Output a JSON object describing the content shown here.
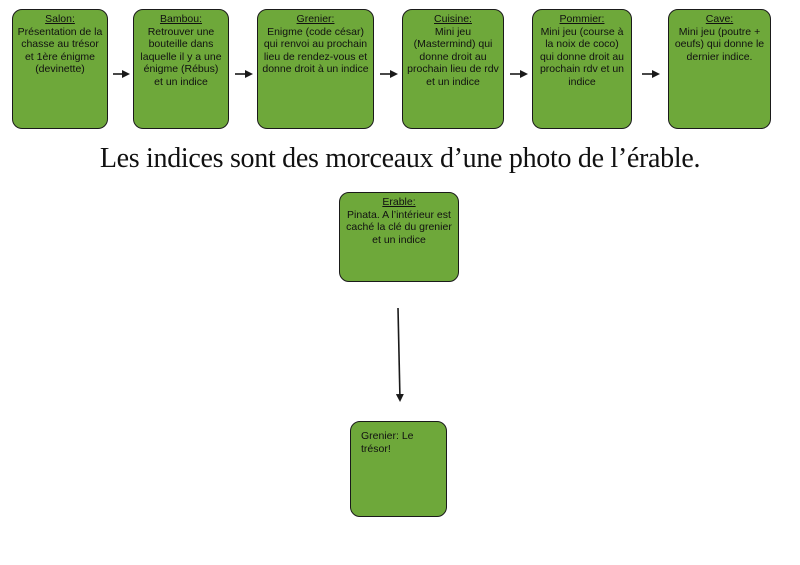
{
  "flow": [
    {
      "title": "Salon:",
      "text": "Présentation de la chasse au trésor et 1ère énigme (devinette)"
    },
    {
      "title": "Bambou:",
      "text": "Retrouver une bouteille dans laquelle il y a une énigme (Rébus) et un indice"
    },
    {
      "title": "Grenier:",
      "text": "Enigme (code césar) qui renvoi au prochain lieu de rendez-vous et donne droit à un indice"
    },
    {
      "title": "Cuisine:",
      "text": "Mini jeu (Mastermind) qui donne droit au prochain lieu de rdv et un indice"
    },
    {
      "title": "Pommier:",
      "text": "Mini jeu (course à la noix de coco) qui donne droit au prochain rdv et un indice"
    },
    {
      "title": "Cave:",
      "text": "Mini jeu (poutre + oeufs) qui donne le dernier indice."
    }
  ],
  "caption": "Les indices sont des morceaux d’une photo de l’érable.",
  "erable": {
    "title": "Erable:",
    "text": "Pinata. A l’intérieur est caché la clé du grenier et un indice"
  },
  "final": {
    "text": "Grenier: Le trésor!"
  },
  "colors": {
    "box_fill": "#6ea83a",
    "stroke": "#1a1a1a"
  }
}
